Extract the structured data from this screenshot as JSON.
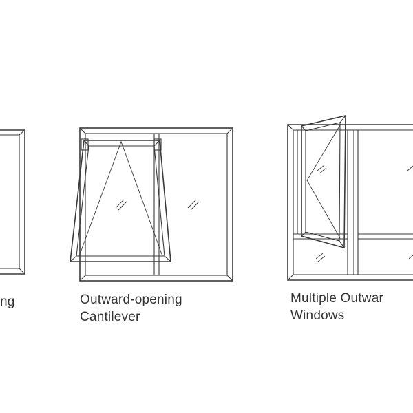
{
  "labels": {
    "left_partial": "ng",
    "cantilever_line1": "Outward-opening",
    "cantilever_line2": "Cantilever",
    "multiple_line1": "Multiple Outwar",
    "multiple_line2": "Windows"
  },
  "colors": {
    "line": "#3a3a3a",
    "text": "#333333",
    "background": "#ffffff"
  }
}
